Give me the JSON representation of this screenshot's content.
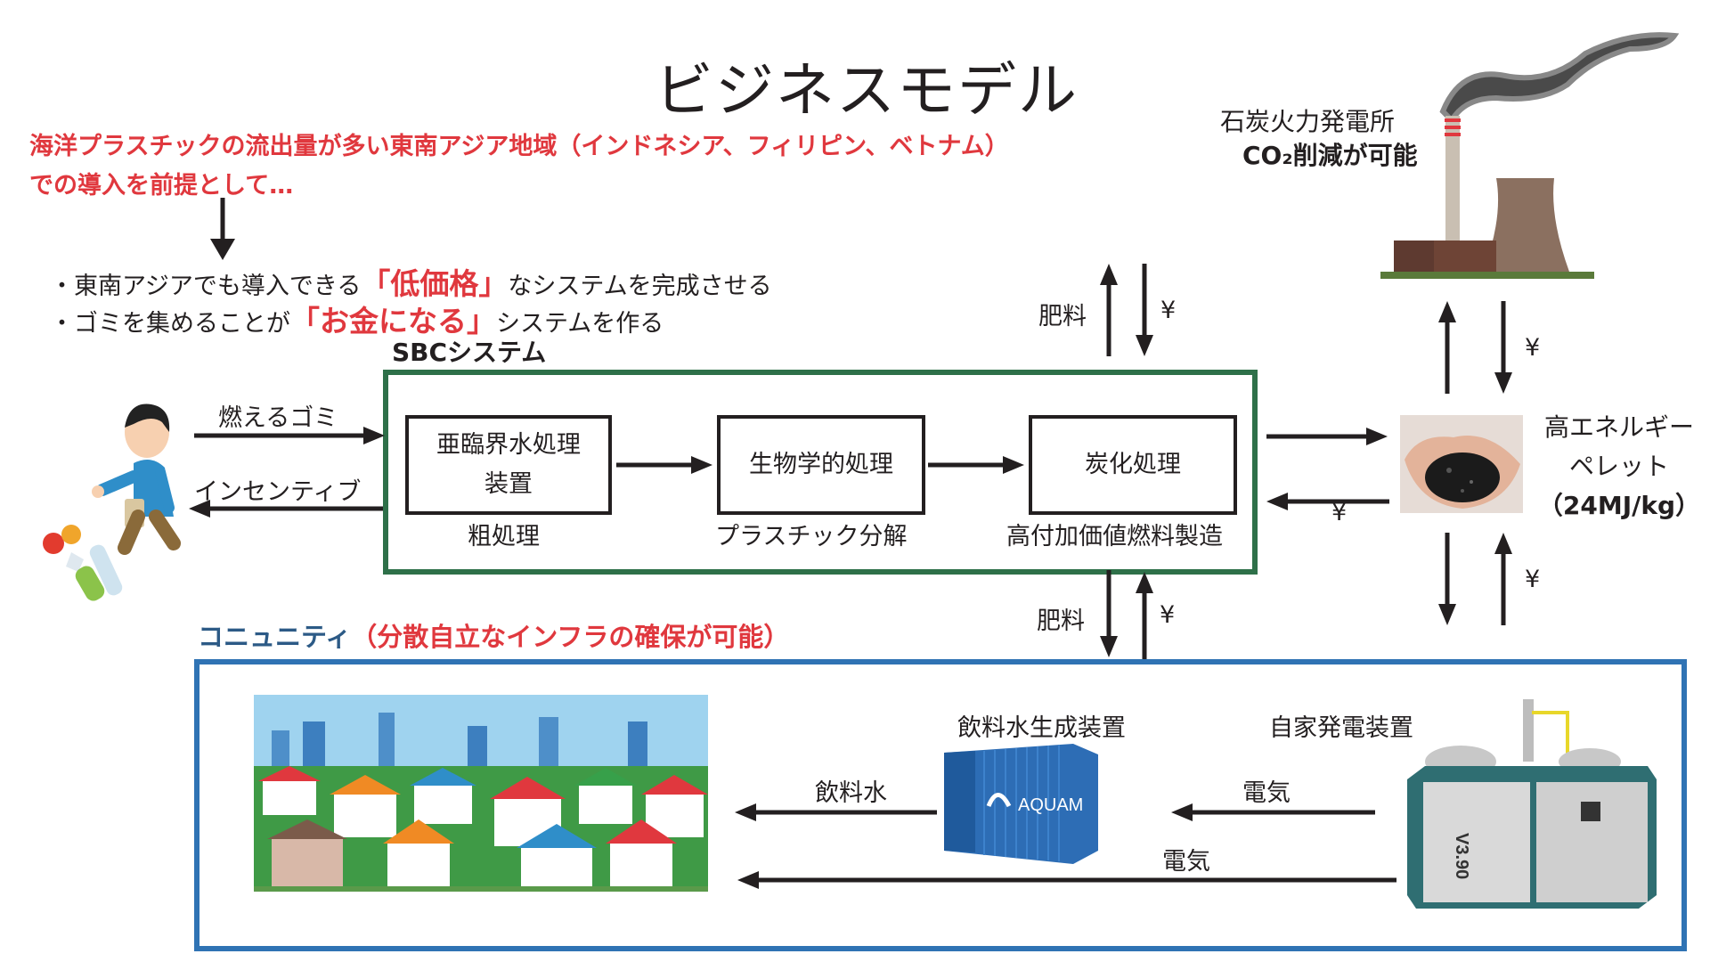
{
  "title": "ビジネスモデル",
  "intro": {
    "line1": "海洋プラスチックの流出量が多い東南アジア地域（インドネシア、フィリピン、ベトナム）",
    "line2": "での導入を前提として…"
  },
  "bullets": [
    {
      "prefix": "・東南アジアでも導入できる",
      "highlight": "「低価格」",
      "suffix": "なシステムを完成させる"
    },
    {
      "prefix": "・ゴミを集めることが",
      "highlight": "「お金になる」",
      "suffix": "システムを作る"
    }
  ],
  "sbc": {
    "label": "SBCシステム",
    "processes": [
      {
        "name_line1": "亜臨界水処理",
        "name_line2": "装置",
        "caption": "粗処理"
      },
      {
        "name_line1": "生物学的処理",
        "name_line2": "",
        "caption": "プラスチック分解"
      },
      {
        "name_line1": "炭化処理",
        "name_line2": "",
        "caption": "高付加価値燃料製造"
      }
    ]
  },
  "resident": {
    "to_sbc": "燃えるゴミ",
    "from_sbc": "インセンティブ"
  },
  "fertilizer_top": {
    "out": "肥料",
    "in": "¥"
  },
  "fertilizer_bottom": {
    "out": "肥料",
    "in": "¥"
  },
  "pellet": {
    "line1": "高エネルギー",
    "line2": "ペレット",
    "line3": "（24MJ/kg）",
    "payment_from": "¥",
    "to_plant_payment": "¥",
    "to_community_payment": "¥"
  },
  "power_plant": {
    "name": "石炭火力発電所",
    "benefit": "CO₂削減が可能"
  },
  "community": {
    "label": "コニュニティ",
    "note": "（分散自立なインフラの確保が可能）",
    "water_device": "飲料水生成装置",
    "water_device_brand": "AQUAM",
    "generator": "自家発電装置",
    "generator_model": "V3.90",
    "drinking_water": "飲料水",
    "electricity_to_water": "電気",
    "electricity_to_town": "電気"
  },
  "colors": {
    "accent_red": "#e0383e",
    "sbc_green": "#2e7049",
    "community_blue": "#2f73b4",
    "label_blue": "#2c5a86"
  }
}
